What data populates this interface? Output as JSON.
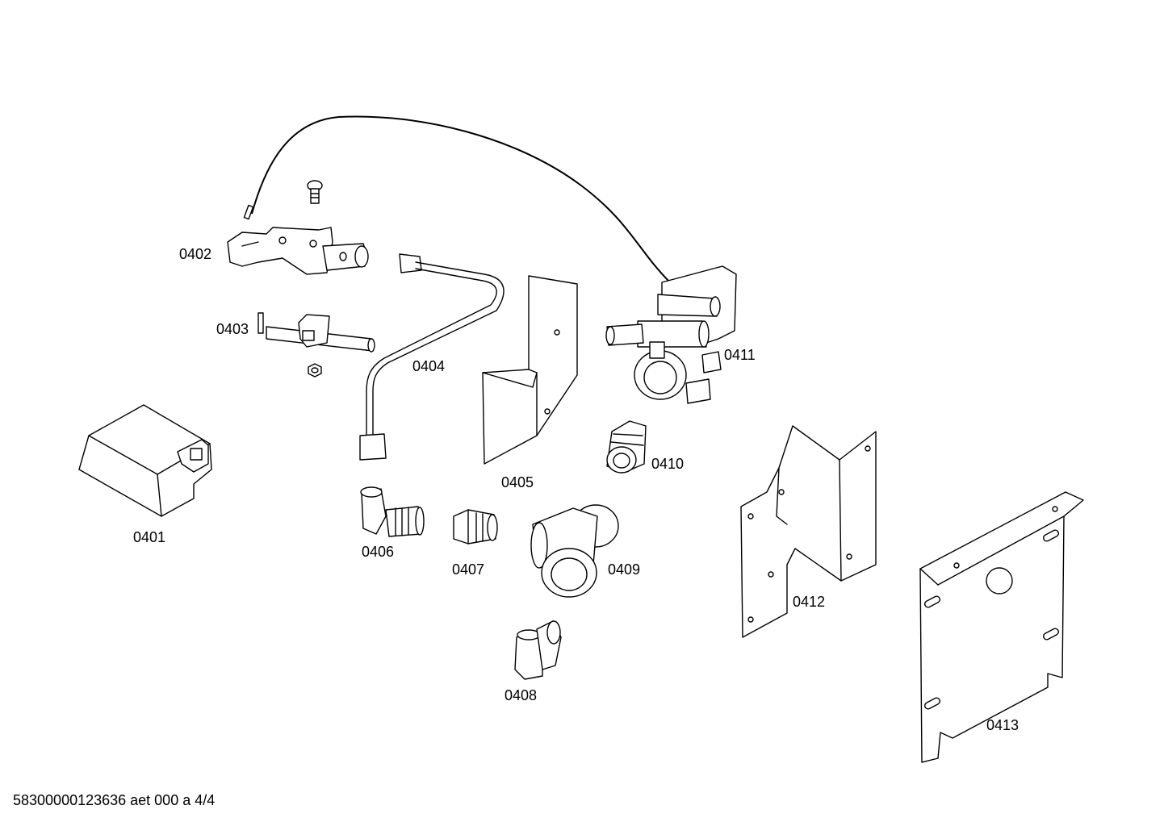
{
  "parts": [
    {
      "id": "0401"
    },
    {
      "id": "0402"
    },
    {
      "id": "0403"
    },
    {
      "id": "0404"
    },
    {
      "id": "0405"
    },
    {
      "id": "0406"
    },
    {
      "id": "0407"
    },
    {
      "id": "0408"
    },
    {
      "id": "0409"
    },
    {
      "id": "0410"
    },
    {
      "id": "0411"
    },
    {
      "id": "0412"
    },
    {
      "id": "0413"
    }
  ],
  "footer": "58300000123636 aet 000 a 4/4"
}
